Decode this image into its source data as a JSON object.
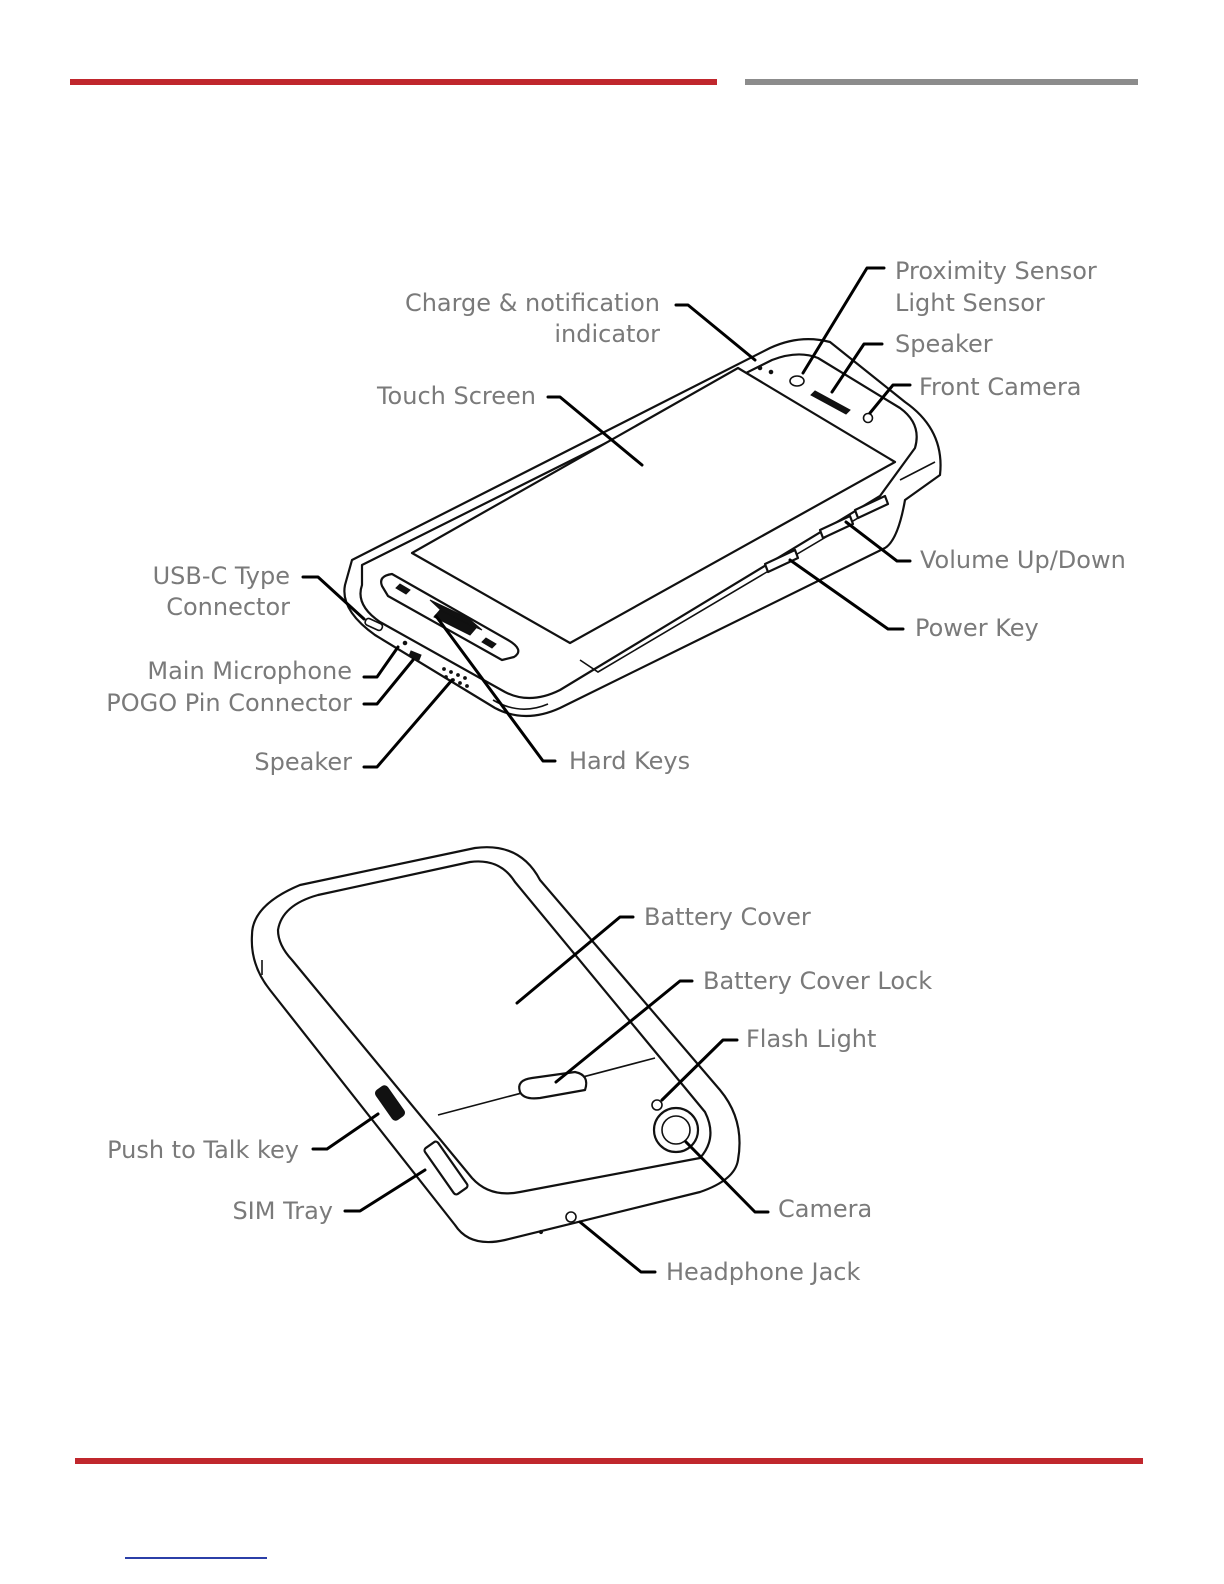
{
  "colors": {
    "accent_red": "#c0272d",
    "rule_grey": "#8c8c8c",
    "label_grey": "#7a7a7a",
    "link_blue": "#2b3fa8"
  },
  "front": {
    "charge_indicator": "Charge & notification",
    "charge_indicator_2": "indicator",
    "proximity_sensor": "Proximity Sensor",
    "light_sensor": "Light Sensor",
    "speaker_top": "Speaker",
    "front_camera": "Front Camera",
    "touch_screen": "Touch Screen",
    "usb_c_1": "USB-C Type",
    "usb_c_2": "Connector",
    "volume": "Volume Up/Down",
    "power_key": "Power Key",
    "main_microphone": "Main Microphone",
    "pogo_pin": "POGO Pin Connector",
    "speaker_bottom": "Speaker",
    "hard_keys": "Hard Keys"
  },
  "back": {
    "battery_cover": "Battery Cover",
    "battery_cover_lock": "Battery Cover Lock",
    "flash_light": "Flash Light",
    "push_to_talk": "Push to Talk key",
    "sim_tray": "SIM Tray",
    "camera": "Camera",
    "headphone_jack": "Headphone Jack"
  }
}
